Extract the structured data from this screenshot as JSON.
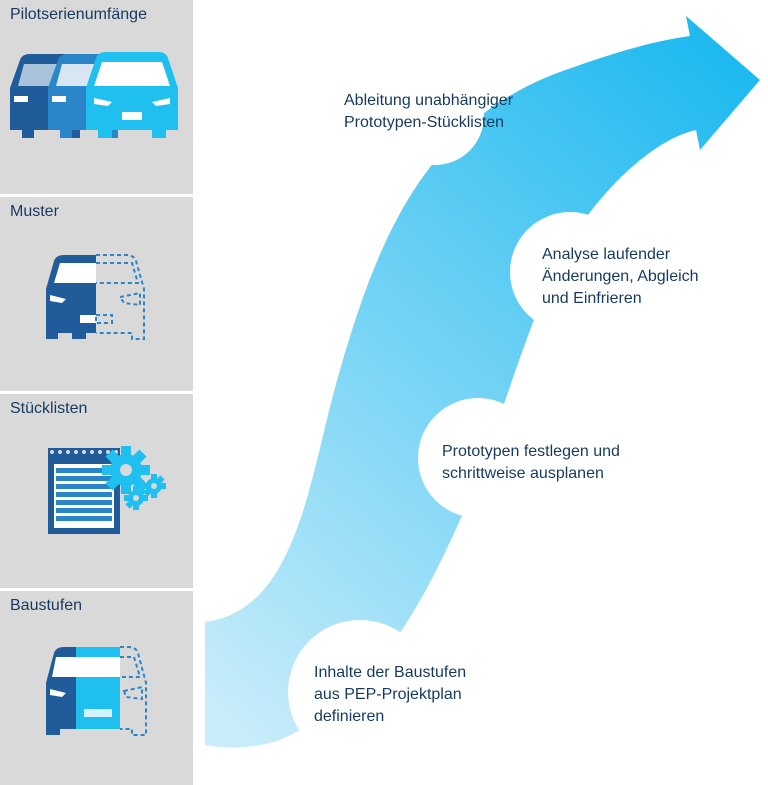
{
  "panels": [
    {
      "label": "Pilotserienumfänge",
      "icon": "three-cars-icon"
    },
    {
      "label": "Muster",
      "icon": "car-outline-icon"
    },
    {
      "label": "Stücklisten",
      "icon": "parts-list-gears-icon"
    },
    {
      "label": "Baustufen",
      "icon": "car-build-stage-icon"
    }
  ],
  "steps": [
    {
      "text": "Ableitung unabhängiger\nPrototypen-Stücklisten"
    },
    {
      "text": "Analyse laufender\nÄnderungen, Abgleich\nund Einfrieren"
    },
    {
      "text": "Prototypen festlegen und\nschrittweise ausplanen"
    },
    {
      "text": "Inhalte der Baustufen\naus PEP-Projektplan\ndefinieren"
    }
  ],
  "colors": {
    "panel_bg": "#d9d9da",
    "navy": "#163a5f",
    "dark_blue": "#1f5c99",
    "mid_blue": "#2a86c8",
    "light_blue": "#1fc0ef",
    "arrow_start": "#c8ecfa",
    "arrow_end": "#1ab8ef"
  }
}
